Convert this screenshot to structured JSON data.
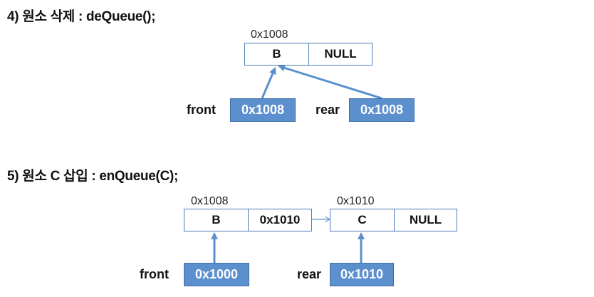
{
  "step4": {
    "title": "4) 원소 삭제 : deQueue();",
    "node_b": {
      "address": "0x1008",
      "data": "B",
      "link": "NULL"
    },
    "front": {
      "label": "front",
      "value": "0x1008"
    },
    "rear": {
      "label": "rear",
      "value": "0x1008"
    }
  },
  "step5": {
    "title": "5) 원소 C 삽입 : enQueue(C);",
    "node_b": {
      "address": "0x1008",
      "data": "B",
      "link": "0x1010"
    },
    "node_c": {
      "address": "0x1010",
      "data": "C",
      "link": "NULL"
    },
    "front": {
      "label": "front",
      "value": "0x1000"
    },
    "rear": {
      "label": "rear",
      "value": "0x1010"
    }
  },
  "colors": {
    "accent": "#5b8fce",
    "border": "#4a7ab5"
  }
}
